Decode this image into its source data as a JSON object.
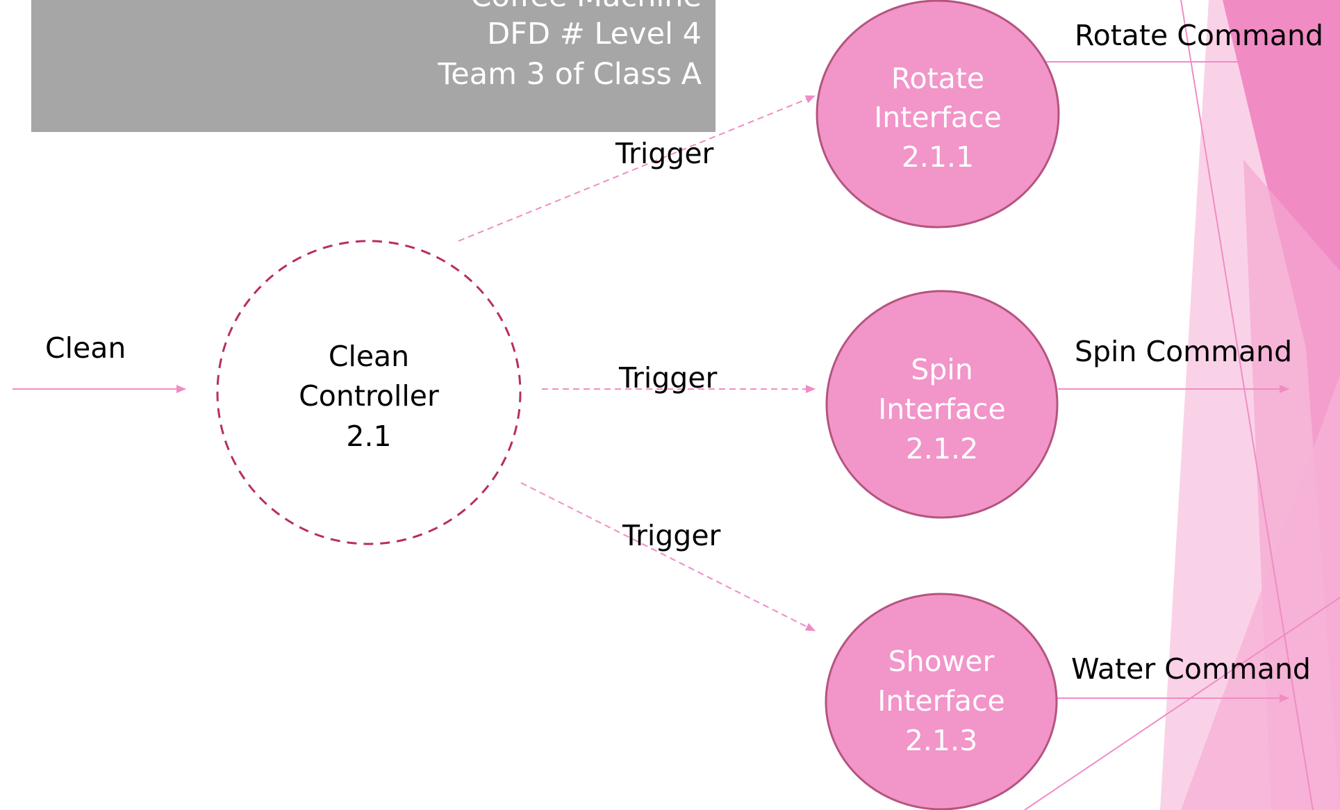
{
  "title_block": {
    "lines": [
      "Coffee Machine",
      "DFD # Level 4",
      "Team 3 of Class A"
    ]
  },
  "processes": {
    "controller": {
      "name_line1": "Clean",
      "name_line2": "Controller",
      "number": "2.1"
    },
    "rotate": {
      "name_line1": "Rotate",
      "name_line2": "Interface",
      "number": "2.1.1"
    },
    "spin": {
      "name_line1": "Spin",
      "name_line2": "Interface",
      "number": "2.1.2"
    },
    "shower": {
      "name_line1": "Shower",
      "name_line2": "Interface",
      "number": "2.1.3"
    }
  },
  "flows": {
    "input": "Clean",
    "trigger_rotate": "Trigger",
    "trigger_spin": "Trigger",
    "trigger_shower": "Trigger",
    "rotate_out": "Rotate Command",
    "spin_out": "Spin Command",
    "water_out": "Water Command"
  },
  "colors": {
    "process_fill": "#f295c9",
    "process_stroke": "#b5547f",
    "controller_stroke": "#b82c66",
    "flow_line": "#f08cc4",
    "decor_dark": "#ef7fbd",
    "decor_light": "#f8c3df"
  }
}
